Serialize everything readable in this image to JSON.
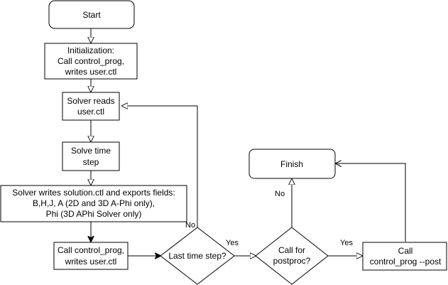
{
  "nodes": {
    "start": {
      "lines": [
        "Start"
      ]
    },
    "init": {
      "lines": [
        "Initialization:",
        "Call control_prog,",
        "writes user.ctl"
      ]
    },
    "solver_reads": {
      "lines": [
        "Solver reads",
        "user.ctl"
      ]
    },
    "solve_step": {
      "lines": [
        "Solve time",
        "step"
      ]
    },
    "solver_writes": {
      "lines": [
        "Solver writes solution.ctl and exports fields:",
        "B,H,J, A (2D and 3D A-Phi only),",
        "Phi (3D APhi Solver only)"
      ]
    },
    "call_prog": {
      "lines": [
        "Call control_prog,",
        "writes user.ctl"
      ]
    },
    "last_step": {
      "lines": [
        "Last time step?"
      ]
    },
    "call_postproc": {
      "lines": [
        "Call for",
        "postproc?"
      ]
    },
    "call_post": {
      "lines": [
        "Call",
        "control_prog --post"
      ]
    },
    "finish": {
      "lines": [
        "Finish"
      ]
    }
  },
  "edge_labels": {
    "last_no": "No",
    "last_yes": "Yes",
    "post_no": "No",
    "post_yes": "Yes"
  }
}
